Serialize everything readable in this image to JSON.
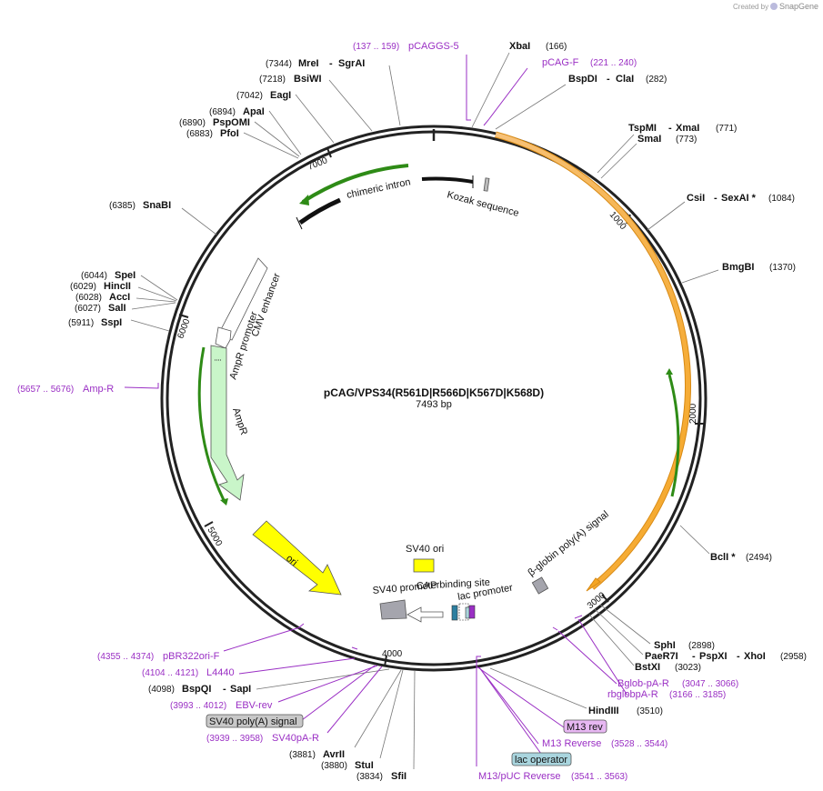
{
  "brand": {
    "created_by": "Created by",
    "name": "SnapGene"
  },
  "plasmid": {
    "name": "pCAG/VPS34(R561D|R566D|K567D|K568D)",
    "size": "7493 bp"
  },
  "ticks": [
    "1000",
    "2000",
    "3000",
    "4000",
    "5000",
    "6000",
    "7000"
  ],
  "features": {
    "chimeric_intron": "chimeric intron",
    "kozak": "Kozak sequence",
    "cmv_enhancer": "CMV enhancer",
    "ampr_promoter": "AmpR promoter",
    "ampr": "AmpR",
    "ori": "ori",
    "sv40_ori": "SV40 ori",
    "sv40_promoter": "SV40 promoter",
    "cap_site": "CAP binding site",
    "lac_promoter": "lac promoter",
    "bglobin_polya": "β-globin poly(A) signal"
  },
  "enzymes": {
    "xbai": {
      "name": "XbaI",
      "pos": "(166)"
    },
    "bspdi": {
      "name": "BspDI",
      "sep": "- ",
      "name2": "ClaI",
      "pos": "(282)"
    },
    "tspmi": {
      "name": "TspMI",
      "sep": "- ",
      "name2": "XmaI",
      "pos": "(771)"
    },
    "smai": {
      "name": "SmaI",
      "pos": "(773)"
    },
    "csii": {
      "name": "CsiI",
      "sep": "- ",
      "name2": "SexAI *",
      "pos": "(1084)"
    },
    "bmgbi": {
      "name": "BmgBI",
      "pos": "(1370)"
    },
    "bcli": {
      "name": "BclI *",
      "pos": "(2494)"
    },
    "sphi": {
      "name": "SphI",
      "pos": "(2898)"
    },
    "paer7i": {
      "name": "PaeR7I",
      "sep1": "- ",
      "name2": "PspXI",
      "sep2": "- ",
      "name3": "XhoI",
      "pos": "(2958)"
    },
    "bstxi": {
      "name": "BstXI",
      "pos": "(3023)"
    },
    "hindiii": {
      "name": "HindIII",
      "pos": "(3510)"
    },
    "sfii": {
      "name": "SfiI",
      "pos": "(3834)"
    },
    "stui": {
      "name": "StuI",
      "pos": "(3880)"
    },
    "avrii": {
      "name": "AvrII",
      "pos": "(3881)"
    },
    "bspqi": {
      "name": "BspQI",
      "sep": "- ",
      "name2": "SapI",
      "pos": "(4098)"
    },
    "sspi": {
      "name": "SspI",
      "pos": "(5911)"
    },
    "sali": {
      "name": "SalI",
      "pos": "(6027)"
    },
    "acci": {
      "name": "AccI",
      "pos": "(6028)"
    },
    "hincii": {
      "name": "HincII",
      "pos": "(6029)"
    },
    "spei": {
      "name": "SpeI",
      "pos": "(6044)"
    },
    "snabi": {
      "name": "SnaBI",
      "pos": "(6385)"
    },
    "pfoi": {
      "name": "PfoI",
      "pos": "(6883)"
    },
    "pspomi": {
      "name": "PspOMI",
      "pos": "(6890)"
    },
    "apai": {
      "name": "ApaI",
      "pos": "(6894)"
    },
    "eagi": {
      "name": "EagI",
      "pos": "(7042)"
    },
    "bsiwi": {
      "name": "BsiWI",
      "pos": "(7218)"
    },
    "mrei": {
      "name": "MreI",
      "sep": "- ",
      "name2": "SgrAI",
      "pos": "(7344)"
    }
  },
  "primers": {
    "pcaggs5": {
      "name": "pCAGGS-5",
      "pos": "(137 .. 159)"
    },
    "pcagf": {
      "name": "pCAG-F",
      "pos": "(221 .. 240)"
    },
    "bglobpa": {
      "name": "Bglob-pA-R",
      "pos": "(3047 .. 3066)"
    },
    "rbglobpa": {
      "name": "rbglobpA-R",
      "pos": "(3166 .. 3185)"
    },
    "m13rev": {
      "name": "M13 rev"
    },
    "m13reverse": {
      "name": "M13 Reverse",
      "pos": "(3528 .. 3544)"
    },
    "lacop": {
      "name": "lac operator"
    },
    "m13puc": {
      "name": "M13/pUC Reverse",
      "pos": "(3541 .. 3563)"
    },
    "sv40pa_box": {
      "name": "SV40 poly(A) signal"
    },
    "sv40par": {
      "name": "SV40pA-R",
      "pos": "(3939 .. 3958)"
    },
    "ebvrev": {
      "name": "EBV-rev",
      "pos": "(3993 .. 4012)"
    },
    "l4440": {
      "name": "L4440",
      "pos": "(4104 .. 4121)"
    },
    "pbr322": {
      "name": "pBR322ori-F",
      "pos": "(4355 .. 4374)"
    },
    "ampr": {
      "name": "Amp-R",
      "pos": "(5657 .. 5676)"
    }
  },
  "colors": {
    "backbone": "#222222",
    "primer": "#9a2fc4",
    "gene_fill": "#f5a623",
    "ori_fill": "#ffff00",
    "ampr_fill": "#c9f5c9",
    "promoter_fill": "#ffffff",
    "arrow_green": "#2e8b16",
    "m13rev_box": "#e7b7f2",
    "lacop_box": "#a9d5de",
    "sv40pa_box": "#c8c8c8"
  }
}
